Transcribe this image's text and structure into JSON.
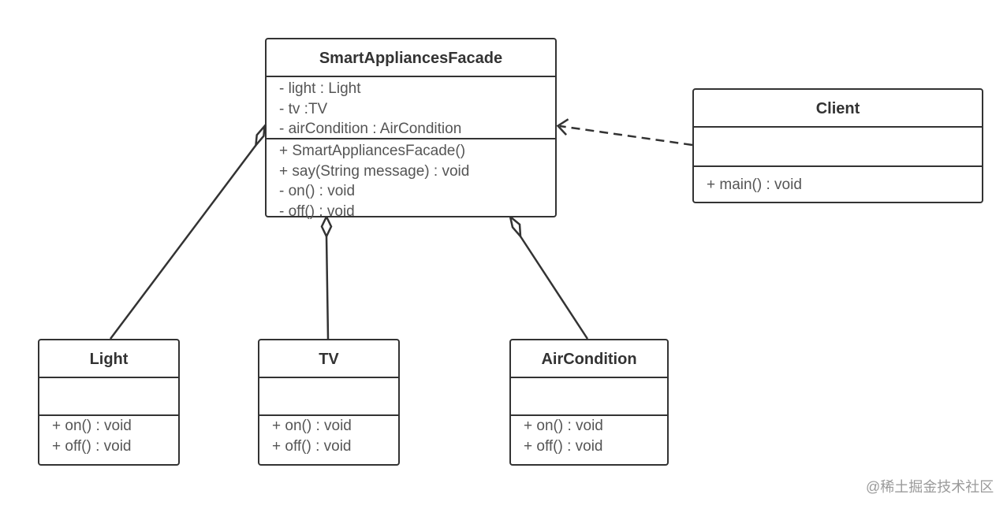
{
  "classes": {
    "facade": {
      "name": "SmartAppliancesFacade",
      "attributes": [
        "- light : Light",
        "- tv :TV",
        "- airCondition : AirCondition"
      ],
      "operations": [
        "+ SmartAppliancesFacade()",
        "+ say(String message) : void",
        "- on() : void",
        "- off() : void"
      ]
    },
    "client": {
      "name": "Client",
      "attributes": [],
      "operations": [
        "+ main() : void"
      ]
    },
    "light": {
      "name": "Light",
      "attributes": [],
      "operations": [
        "+ on() : void",
        "+ off() : void"
      ]
    },
    "tv": {
      "name": "TV",
      "attributes": [],
      "operations": [
        "+ on() : void",
        "+ off() : void"
      ]
    },
    "air_condition": {
      "name": "AirCondition",
      "attributes": [],
      "operations": [
        "+ on() : void",
        "+ off() : void"
      ]
    }
  },
  "relationships": [
    {
      "type": "aggregation",
      "whole": "SmartAppliancesFacade",
      "part": "Light"
    },
    {
      "type": "aggregation",
      "whole": "SmartAppliancesFacade",
      "part": "TV"
    },
    {
      "type": "aggregation",
      "whole": "SmartAppliancesFacade",
      "part": "AirCondition"
    },
    {
      "type": "dependency",
      "from": "Client",
      "to": "SmartAppliancesFacade"
    }
  ],
  "watermark": "@稀土掘金技术社区",
  "colors": {
    "line": "#333333",
    "text": "#555555",
    "watermark": "#9a9a9a"
  }
}
